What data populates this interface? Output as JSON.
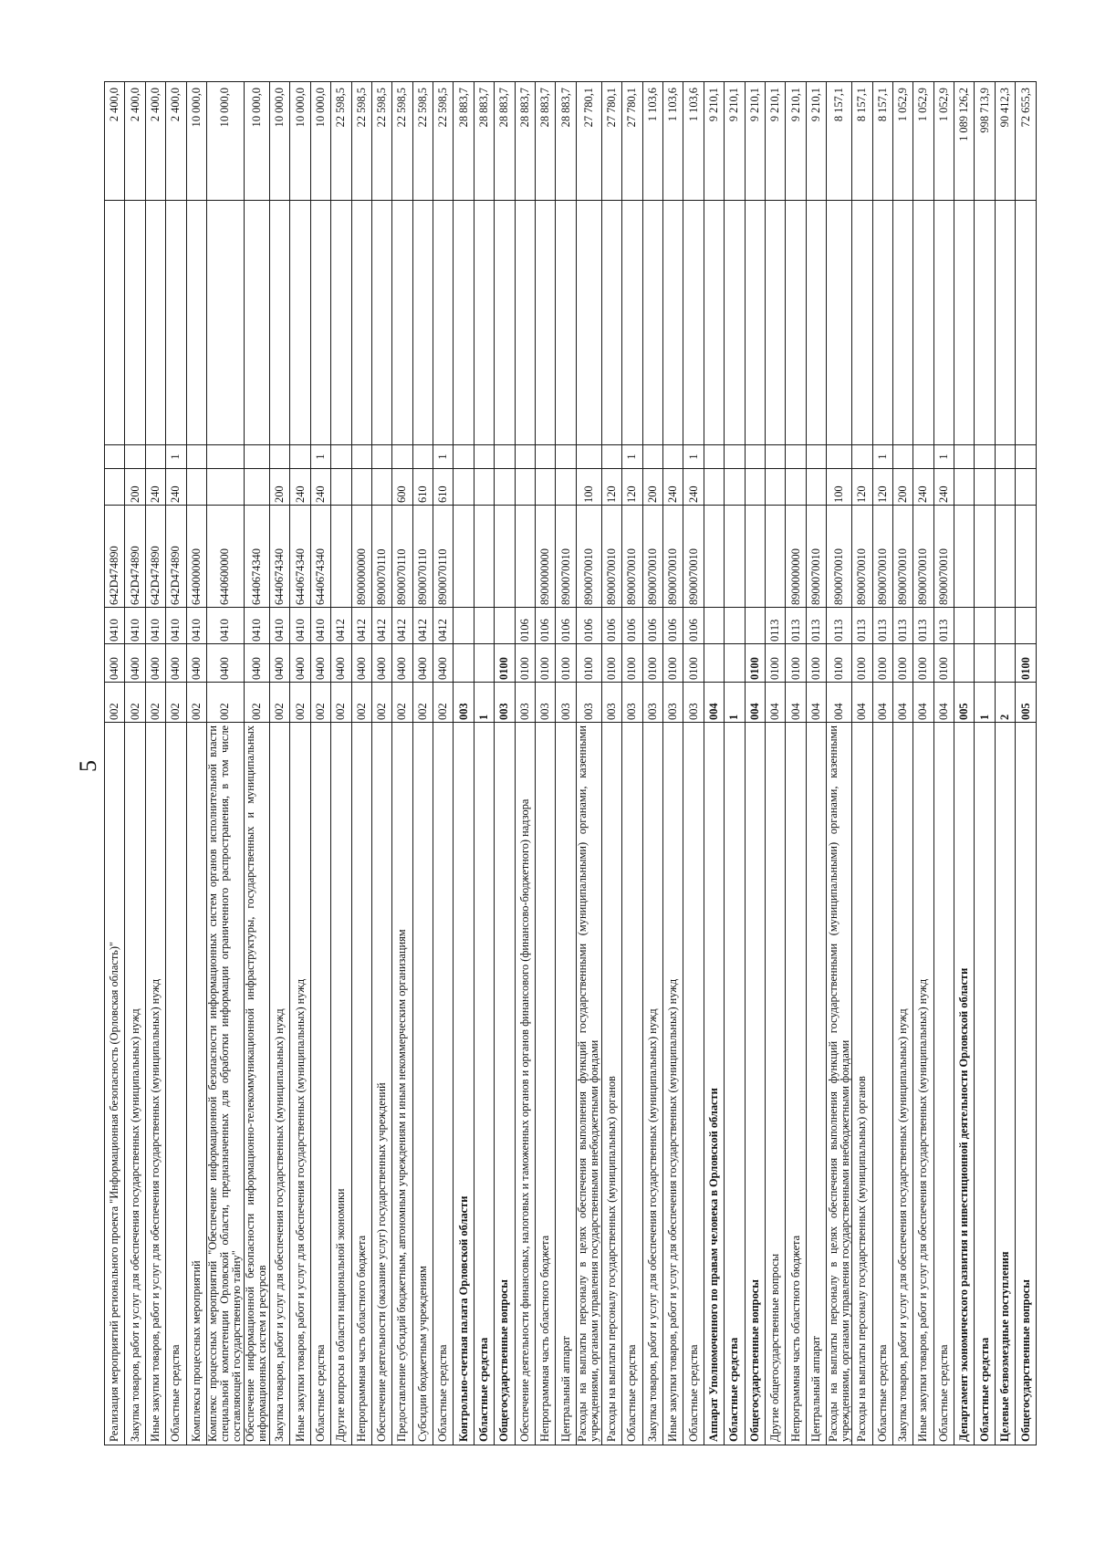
{
  "page_number": "5",
  "rows": [
    {
      "name": "Реализация мероприятий регионального проекта \"Информационная безопасность (Орловская область)\"",
      "g": "002",
      "r": "0400",
      "s": "0410",
      "t": "642D474890",
      "v": "",
      "f": "",
      "sum": "2 400,0",
      "bold": false
    },
    {
      "name": "Закупка товаров, работ и услуг для обеспечения государственных (муниципальных) нужд",
      "g": "002",
      "r": "0400",
      "s": "0410",
      "t": "642D474890",
      "v": "200",
      "f": "",
      "sum": "2 400,0",
      "bold": false
    },
    {
      "name": "Иные закупки товаров, работ и услуг для обеспечения государственных (муниципальных) нужд",
      "g": "002",
      "r": "0400",
      "s": "0410",
      "t": "642D474890",
      "v": "240",
      "f": "",
      "sum": "2 400,0",
      "bold": false
    },
    {
      "name": "Областные средства",
      "g": "002",
      "r": "0400",
      "s": "0410",
      "t": "642D474890",
      "v": "240",
      "f": "1",
      "sum": "2 400,0",
      "bold": false
    },
    {
      "name": "Комплексы процессных мероприятий",
      "g": "002",
      "r": "0400",
      "s": "0410",
      "t": "6440000000",
      "v": "",
      "f": "",
      "sum": "10 000,0",
      "bold": false
    },
    {
      "name": "Комплекс процессных мероприятий \"Обеспечение информационной безопасности информационных систем органов исполнительной власти специальной компетенции Орловской области, предназначенных для обработки информации ограниченного распространения, в том числе составляющей государственную тайну\"",
      "g": "002",
      "r": "0400",
      "s": "0410",
      "t": "6440600000",
      "v": "",
      "f": "",
      "sum": "10 000,0",
      "bold": false,
      "h": "tall"
    },
    {
      "name": "Обеспечение информационной безопасности информационно-телекоммуникационной инфраструктуры, государственных и муниципальных информационных систем и ресурсов",
      "g": "002",
      "r": "0400",
      "s": "0410",
      "t": "6440674340",
      "v": "",
      "f": "",
      "sum": "10 000,0",
      "bold": false,
      "h": "mid"
    },
    {
      "name": "Закупка товаров, работ и услуг для обеспечения государственных (муниципальных) нужд",
      "g": "002",
      "r": "0400",
      "s": "0410",
      "t": "6440674340",
      "v": "200",
      "f": "",
      "sum": "10 000,0",
      "bold": false
    },
    {
      "name": "Иные закупки товаров, работ и услуг для обеспечения государственных (муниципальных) нужд",
      "g": "002",
      "r": "0400",
      "s": "0410",
      "t": "6440674340",
      "v": "240",
      "f": "",
      "sum": "10 000,0",
      "bold": false
    },
    {
      "name": "Областные средства",
      "g": "002",
      "r": "0400",
      "s": "0410",
      "t": "6440674340",
      "v": "240",
      "f": "1",
      "sum": "10 000,0",
      "bold": false
    },
    {
      "name": "Другие вопросы в области национальной экономики",
      "g": "002",
      "r": "0400",
      "s": "0412",
      "t": "",
      "v": "",
      "f": "",
      "sum": "22 598,5",
      "bold": false
    },
    {
      "name": "Непрограммная часть областного бюджета",
      "g": "002",
      "r": "0400",
      "s": "0412",
      "t": "8900000000",
      "v": "",
      "f": "",
      "sum": "22 598,5",
      "bold": false
    },
    {
      "name": "Обеспечение деятельности (оказание услуг) государственных учреждений",
      "g": "002",
      "r": "0400",
      "s": "0412",
      "t": "8900070110",
      "v": "",
      "f": "",
      "sum": "22 598,5",
      "bold": false
    },
    {
      "name": "Предоставление субсидий бюджетным, автономным учреждениям и иным некоммерческим организациям",
      "g": "002",
      "r": "0400",
      "s": "0412",
      "t": "8900070110",
      "v": "600",
      "f": "",
      "sum": "22 598,5",
      "bold": false
    },
    {
      "name": "Субсидии бюджетным учреждениям",
      "g": "002",
      "r": "0400",
      "s": "0412",
      "t": "8900070110",
      "v": "610",
      "f": "",
      "sum": "22 598,5",
      "bold": false
    },
    {
      "name": "Областные средства",
      "g": "002",
      "r": "0400",
      "s": "0412",
      "t": "8900070110",
      "v": "610",
      "f": "1",
      "sum": "22 598,5",
      "bold": false
    },
    {
      "name": "Контрольно-счетная палата Орловской области",
      "g": "003",
      "r": "",
      "s": "",
      "t": "",
      "v": "",
      "f": "",
      "sum": "28 883,7",
      "bold": true
    },
    {
      "name": "Областные средства",
      "g": "1",
      "r": "",
      "s": "",
      "t": "",
      "v": "",
      "f": "",
      "sum": "28 883,7",
      "bold": true
    },
    {
      "name": "Общегосударственные вопросы",
      "g": "003",
      "r": "0100",
      "s": "",
      "t": "",
      "v": "",
      "f": "",
      "sum": "28 883,7",
      "bold": true
    },
    {
      "name": "Обеспечение деятельности финансовых, налоговых и таможенных органов и органов финансового (финансово-бюджетного) надзора",
      "g": "003",
      "r": "0100",
      "s": "0106",
      "t": "",
      "v": "",
      "f": "",
      "sum": "28 883,7",
      "bold": false
    },
    {
      "name": "Непрограммная часть областного бюджета",
      "g": "003",
      "r": "0100",
      "s": "0106",
      "t": "8900000000",
      "v": "",
      "f": "",
      "sum": "28 883,7",
      "bold": false
    },
    {
      "name": "Центральный аппарат",
      "g": "003",
      "r": "0100",
      "s": "0106",
      "t": "8900070010",
      "v": "",
      "f": "",
      "sum": "28 883,7",
      "bold": false
    },
    {
      "name": "Расходы на выплаты персоналу в целях обеспечения выполнения функций государственными (муниципальными) органами, казенными учреждениями, органами управления государственными внебюджетными фондами",
      "g": "003",
      "r": "0100",
      "s": "0106",
      "t": "8900070010",
      "v": "100",
      "f": "",
      "sum": "27 780,1",
      "bold": false,
      "h": "mid"
    },
    {
      "name": "Расходы на выплаты персоналу государственных (муниципальных) органов",
      "g": "003",
      "r": "0100",
      "s": "0106",
      "t": "8900070010",
      "v": "120",
      "f": "",
      "sum": "27 780,1",
      "bold": false
    },
    {
      "name": "Областные средства",
      "g": "003",
      "r": "0100",
      "s": "0106",
      "t": "8900070010",
      "v": "120",
      "f": "1",
      "sum": "27 780,1",
      "bold": false
    },
    {
      "name": "Закупка товаров, работ и услуг для обеспечения государственных (муниципальных) нужд",
      "g": "003",
      "r": "0100",
      "s": "0106",
      "t": "8900070010",
      "v": "200",
      "f": "",
      "sum": "1 103,6",
      "bold": false
    },
    {
      "name": "Иные закупки товаров, работ и услуг для обеспечения государственных (муниципальных) нужд",
      "g": "003",
      "r": "0100",
      "s": "0106",
      "t": "8900070010",
      "v": "240",
      "f": "",
      "sum": "1 103,6",
      "bold": false
    },
    {
      "name": "Областные средства",
      "g": "003",
      "r": "0100",
      "s": "0106",
      "t": "8900070010",
      "v": "240",
      "f": "1",
      "sum": "1 103,6",
      "bold": false
    },
    {
      "name": "Аппарат Уполномоченного по правам человека в Орловской области",
      "g": "004",
      "r": "",
      "s": "",
      "t": "",
      "v": "",
      "f": "",
      "sum": "9 210,1",
      "bold": true
    },
    {
      "name": "Областные средства",
      "g": "1",
      "r": "",
      "s": "",
      "t": "",
      "v": "",
      "f": "",
      "sum": "9 210,1",
      "bold": true
    },
    {
      "name": "Общегосударственные вопросы",
      "g": "004",
      "r": "0100",
      "s": "",
      "t": "",
      "v": "",
      "f": "",
      "sum": "9 210,1",
      "bold": true
    },
    {
      "name": "Другие общегосударственные вопросы",
      "g": "004",
      "r": "0100",
      "s": "0113",
      "t": "",
      "v": "",
      "f": "",
      "sum": "9 210,1",
      "bold": false
    },
    {
      "name": "Непрограммная часть областного бюджета",
      "g": "004",
      "r": "0100",
      "s": "0113",
      "t": "8900000000",
      "v": "",
      "f": "",
      "sum": "9 210,1",
      "bold": false
    },
    {
      "name": "Центральный аппарат",
      "g": "004",
      "r": "0100",
      "s": "0113",
      "t": "8900070010",
      "v": "",
      "f": "",
      "sum": "9 210,1",
      "bold": false
    },
    {
      "name": "Расходы на выплаты персоналу в целях обеспечения выполнения функций государственными (муниципальными) органами, казенными учреждениями, органами управления государственными внебюджетными фондами",
      "g": "004",
      "r": "0100",
      "s": "0113",
      "t": "8900070010",
      "v": "100",
      "f": "",
      "sum": "8 157,1",
      "bold": false,
      "h": "mid"
    },
    {
      "name": "Расходы на выплаты персоналу государственных (муниципальных) органов",
      "g": "004",
      "r": "0100",
      "s": "0113",
      "t": "8900070010",
      "v": "120",
      "f": "",
      "sum": "8 157,1",
      "bold": false
    },
    {
      "name": "Областные средства",
      "g": "004",
      "r": "0100",
      "s": "0113",
      "t": "8900070010",
      "v": "120",
      "f": "1",
      "sum": "8 157,1",
      "bold": false
    },
    {
      "name": "Закупка товаров, работ и услуг для обеспечения государственных (муниципальных) нужд",
      "g": "004",
      "r": "0100",
      "s": "0113",
      "t": "8900070010",
      "v": "200",
      "f": "",
      "sum": "1 052,9",
      "bold": false
    },
    {
      "name": "Иные закупки товаров, работ и услуг для обеспечения государственных (муниципальных) нужд",
      "g": "004",
      "r": "0100",
      "s": "0113",
      "t": "8900070010",
      "v": "240",
      "f": "",
      "sum": "1 052,9",
      "bold": false
    },
    {
      "name": "Областные средства",
      "g": "004",
      "r": "0100",
      "s": "0113",
      "t": "8900070010",
      "v": "240",
      "f": "1",
      "sum": "1 052,9",
      "bold": false
    },
    {
      "name": "Департамент экономического развития и инвестиционной деятельности Орловской области",
      "g": "005",
      "r": "",
      "s": "",
      "t": "",
      "v": "",
      "f": "",
      "sum": "1 089 126,2",
      "bold": true
    },
    {
      "name": "Областные средства",
      "g": "1",
      "r": "",
      "s": "",
      "t": "",
      "v": "",
      "f": "",
      "sum": "998 713,9",
      "bold": true
    },
    {
      "name": "Целевые безвозмездные поступления",
      "g": "2",
      "r": "",
      "s": "",
      "t": "",
      "v": "",
      "f": "",
      "sum": "90 412,3",
      "bold": true
    },
    {
      "name": "Общегосударственные вопросы",
      "g": "005",
      "r": "0100",
      "s": "",
      "t": "",
      "v": "",
      "f": "",
      "sum": "72 655,3",
      "bold": true
    }
  ]
}
